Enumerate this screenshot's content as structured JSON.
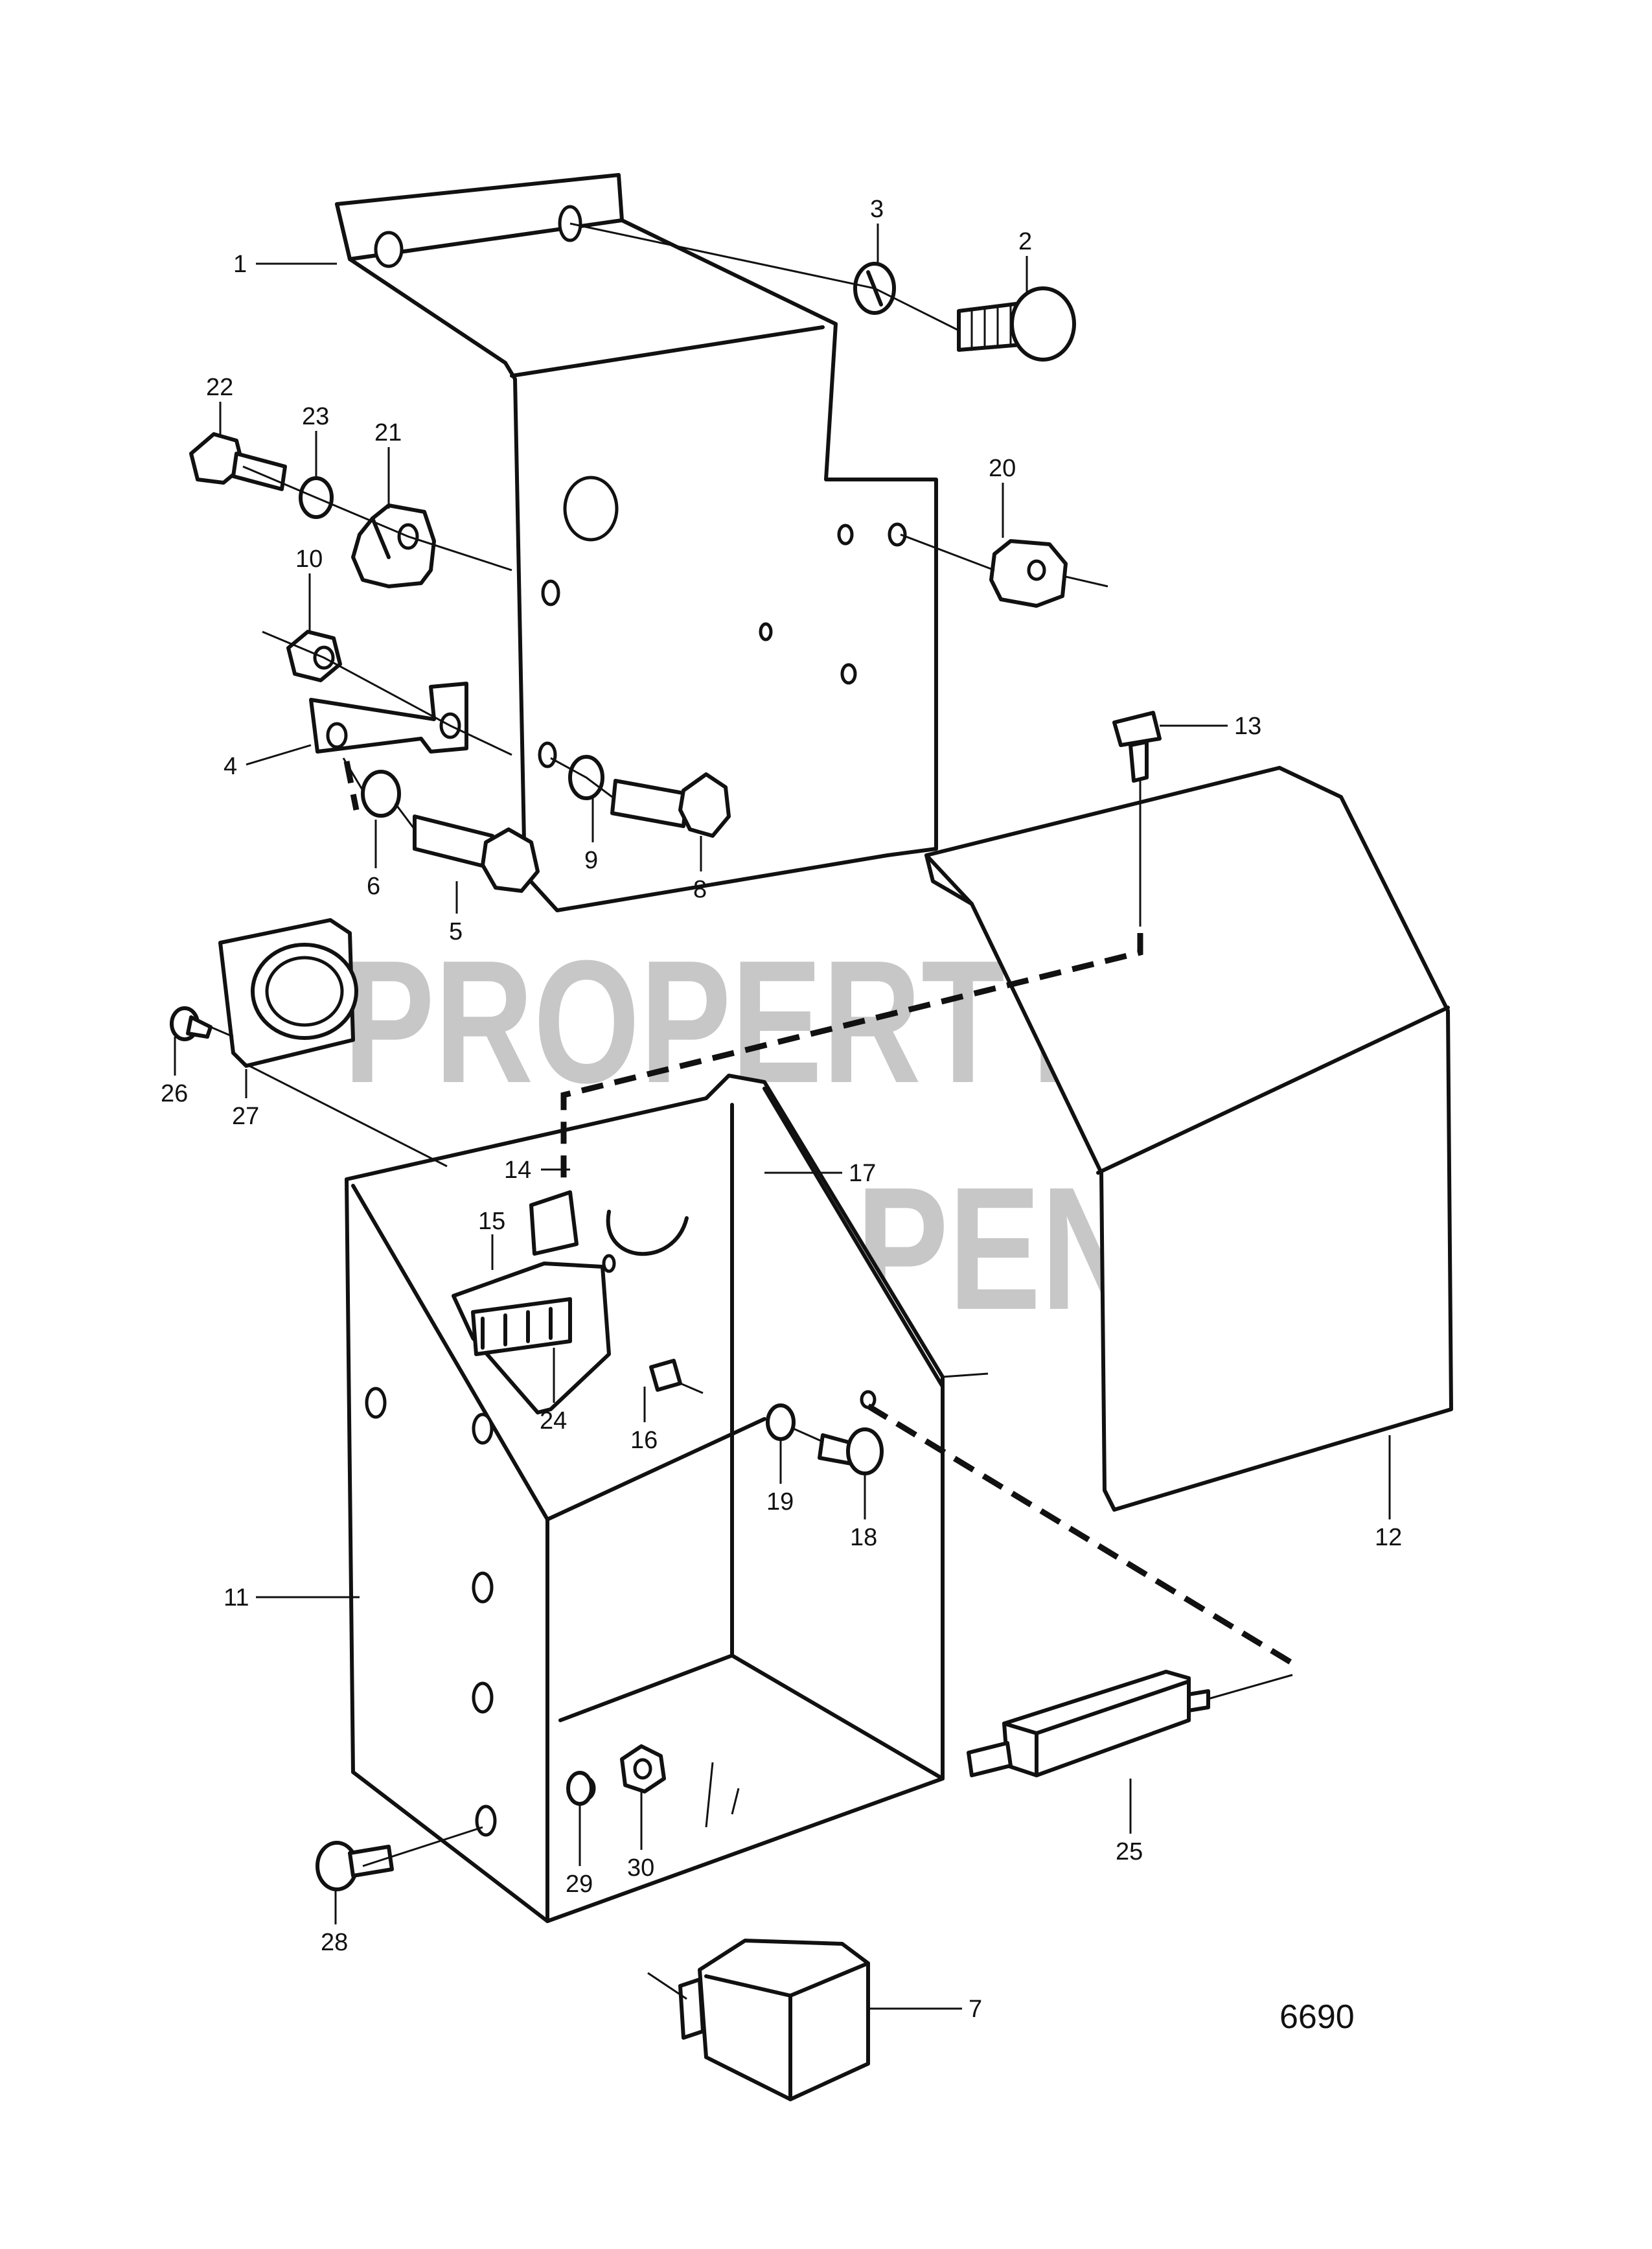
{
  "drawing_code": "6690",
  "watermark": {
    "line1": "PROPERTY OF",
    "line2": "VOLVO PENTA"
  },
  "callouts": {
    "c1": "1",
    "c2": "2",
    "c3": "3",
    "c4": "4",
    "c5": "5",
    "c6": "6",
    "c7": "7",
    "c8": "8",
    "c9": "9",
    "c10": "10",
    "c11": "11",
    "c12": "12",
    "c13": "13",
    "c14": "14",
    "c15": "15",
    "c16": "16",
    "c17": "17",
    "c18": "18",
    "c19": "19",
    "c20": "20",
    "c21": "21",
    "c22": "22",
    "c23": "23",
    "c24": "24",
    "c25": "25",
    "c26": "26",
    "c27": "27",
    "c28": "28",
    "c29": "29",
    "c30": "30"
  }
}
